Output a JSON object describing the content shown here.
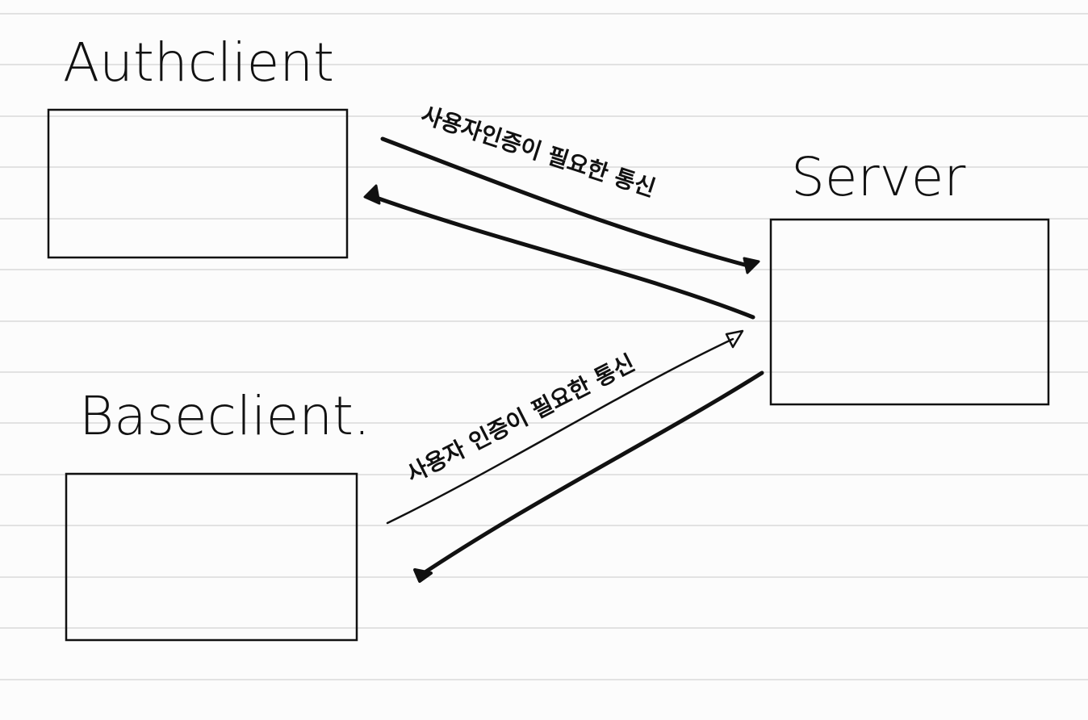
{
  "nodes": {
    "auth_client": {
      "label": "Authclient"
    },
    "base_client": {
      "label": "Baseclient."
    },
    "server": {
      "label": "Server"
    }
  },
  "edges": {
    "auth_to_server": {
      "label": "사용자인증이 필요한 통신"
    },
    "base_to_server": {
      "label": "사용자 인증이 필요한 통신"
    }
  },
  "colors": {
    "ink": "#111111",
    "paper": "#fcfcfc",
    "ruled_line": "#d9d9d9"
  }
}
